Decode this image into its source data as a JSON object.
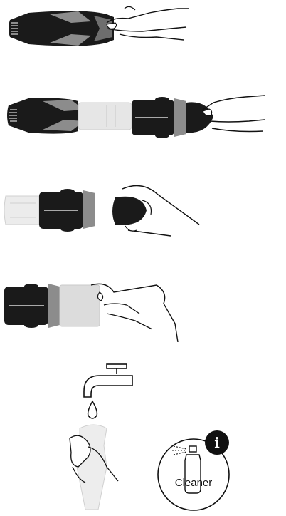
{
  "steps": [
    {
      "id": "grip-device",
      "icon": "device-grip-icon"
    },
    {
      "id": "pull-apart",
      "icon": "device-disassemble-icon"
    },
    {
      "id": "remove-cap",
      "icon": "cap-removal-icon"
    },
    {
      "id": "remove-sleeve",
      "icon": "sleeve-removal-icon"
    },
    {
      "id": "rinse",
      "icon": "faucet-rinse-icon"
    }
  ],
  "cleaner_badge": {
    "info_symbol": "i",
    "label": "Cleaner",
    "icon": "spray-bottle-icon"
  },
  "colors": {
    "body_black": "#1a1a1a",
    "accent_gray": "#9a9a9a",
    "light_gray": "#d9d9d9",
    "outline": "#111111"
  }
}
